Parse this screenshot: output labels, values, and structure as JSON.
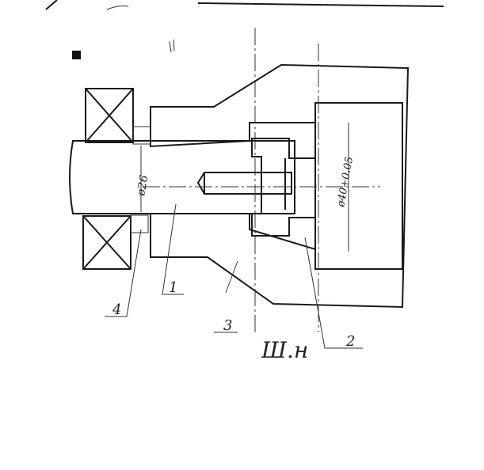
{
  "drawing": {
    "dimensions": {
      "shaft_diameter": "ø26",
      "bore_diameter": "ø40+0.05"
    },
    "part_labels": [
      "1",
      "2",
      "3",
      "4"
    ],
    "signature": "Ш.н"
  }
}
